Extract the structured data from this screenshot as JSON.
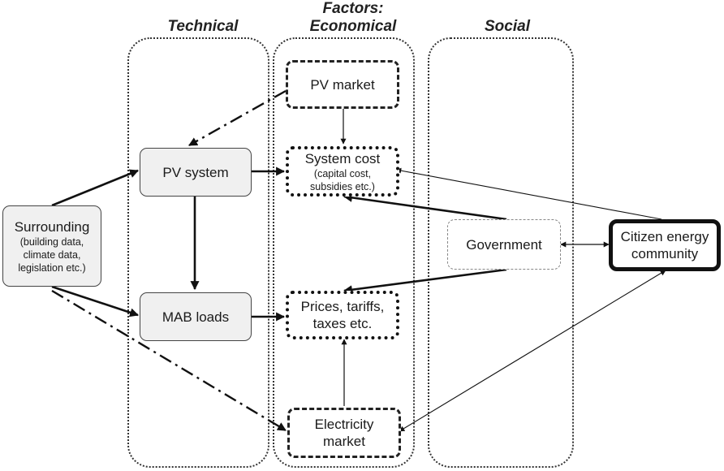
{
  "headers": {
    "factors": "Factors:",
    "technical": "Technical",
    "economical": "Economical",
    "social": "Social"
  },
  "nodes": {
    "surrounding": {
      "title": "Surrounding",
      "detail": "(building data, climate data, legislation etc.)"
    },
    "pv_system": {
      "title": "PV system"
    },
    "mab_loads": {
      "title": "MAB loads"
    },
    "pv_market": {
      "title": "PV market"
    },
    "system_cost": {
      "title": "System cost",
      "detail": "(capital cost, subsidies etc.)"
    },
    "prices": {
      "title": "Prices, tariffs, taxes etc."
    },
    "electricity_market": {
      "title": "Electricity market"
    },
    "government": {
      "title": "Government"
    },
    "community": {
      "title": "Citizen energy community"
    }
  }
}
